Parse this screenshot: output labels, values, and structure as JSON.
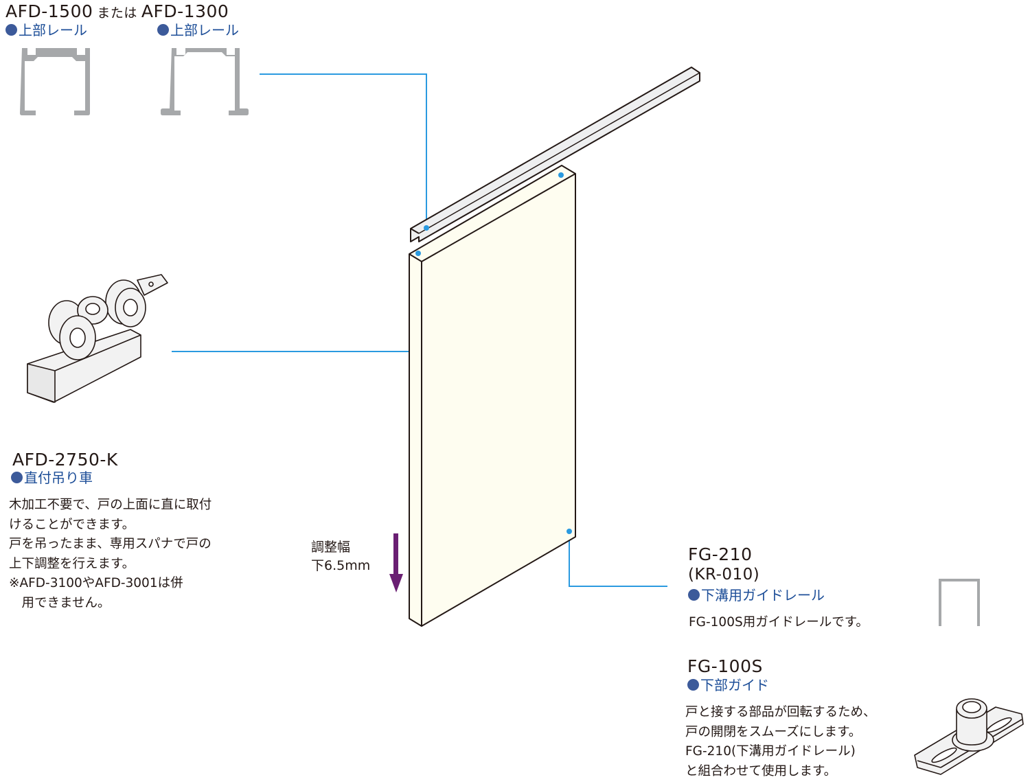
{
  "top_rail": {
    "model_a": "AFD-1500",
    "connector": "または",
    "model_b": "AFD-1300",
    "label_a": "上部レール",
    "label_b": "上部レール"
  },
  "hanger": {
    "model": "AFD-2750-K",
    "label": "直付吊り車",
    "description": "木加工不要で、戸の上面に直に取付\nけることができます。\n戸を吊ったまま、専用スパナで戸の\n上下調整を行えます。\n※AFD-3100やAFD-3001は併\n　用できません。"
  },
  "adjustment": {
    "text": "調整幅\n下6.5mm",
    "arrow_color": "#6a1f73"
  },
  "guide_rail": {
    "model": "FG-210",
    "alt_model": "(KR-010)",
    "label": "下溝用ガイドレール",
    "description": "FG-100S用ガイドレールです。"
  },
  "bottom_guide": {
    "model": "FG-100S",
    "label": "下部ガイド",
    "description": "戸と接する部品が回転するため、\n戸の開閉をスムーズにします。\nFG-210(下溝用ガイドレール)\nと組合わせて使用します。"
  },
  "colors": {
    "leader_line": "#2a9ae0",
    "door_fill": "#fefdf0",
    "rail_gray": "#a6a8aa",
    "label_blue": "#1d4e98",
    "bullet_blue": "#3c5a9a"
  }
}
